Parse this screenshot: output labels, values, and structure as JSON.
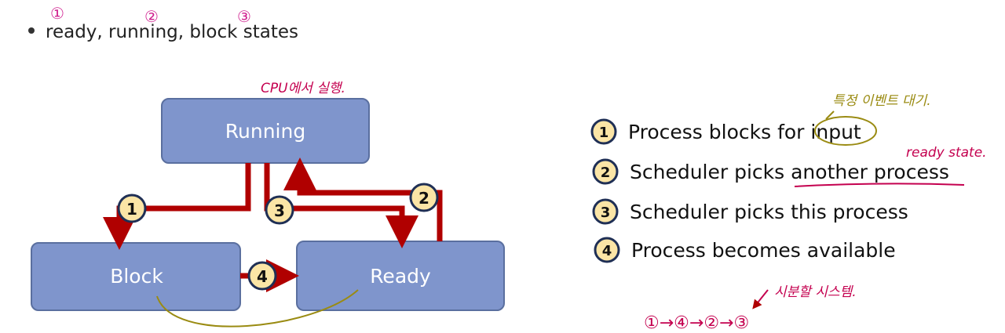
{
  "bullet": {
    "text_parts": [
      "ready",
      ", ",
      "running",
      ", ",
      "block",
      " states"
    ]
  },
  "annotations": {
    "top_marks": [
      "①",
      "②",
      "③"
    ],
    "cpu_note": "CPU에서 실행.",
    "event_wait_note": "특정 이벤트 대기.",
    "ready_state_note": "ready state.",
    "timeshare_note": "시분할 시스템.",
    "sequence": "①→④→②→③"
  },
  "diagram": {
    "states": {
      "running": "Running",
      "block": "Block",
      "ready": "Ready"
    },
    "transitions": [
      "1",
      "2",
      "3",
      "4"
    ]
  },
  "legend": {
    "items": [
      {
        "num": "1",
        "text": "Process blocks for input"
      },
      {
        "num": "2",
        "text": "Scheduler picks another process"
      },
      {
        "num": "3",
        "text": "Scheduler picks this process"
      },
      {
        "num": "4",
        "text": "Process becomes available"
      }
    ]
  },
  "colors": {
    "box_fill": "#7f95cc",
    "box_stroke": "#5a6f9f",
    "arrow": "#b00000",
    "circle_fill": "#fbe5a6",
    "circle_stroke": "#1f2f55",
    "ink_red": "#c4004f",
    "ink_magenta": "#d0208f",
    "ink_olive": "#9a8b12"
  }
}
